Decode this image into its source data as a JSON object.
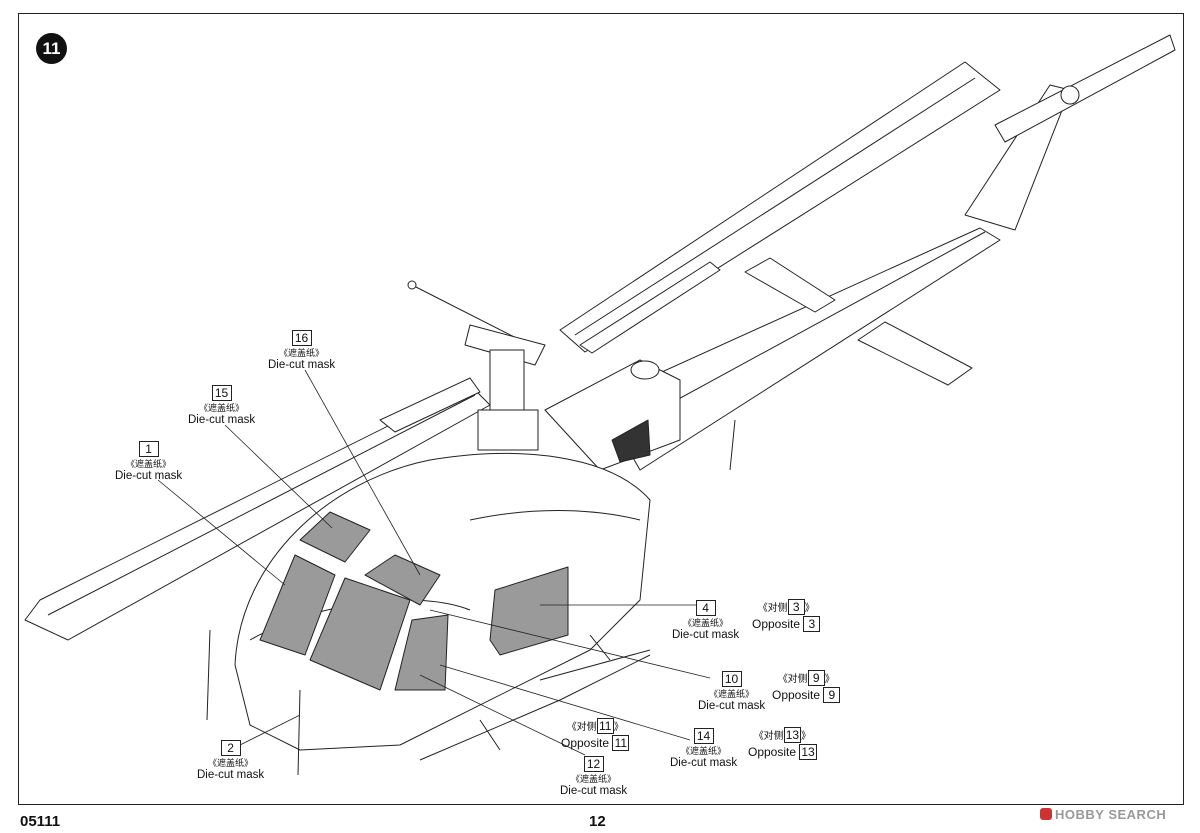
{
  "step": {
    "number": "11"
  },
  "callouts": [
    {
      "id": "c16",
      "number": "16",
      "cn": "《遮盖纸》",
      "en": "Die-cut mask"
    },
    {
      "id": "c15",
      "number": "15",
      "cn": "《遮盖纸》",
      "en": "Die-cut mask"
    },
    {
      "id": "c1",
      "number": "1",
      "cn": "《遮盖纸》",
      "en": "Die-cut mask"
    },
    {
      "id": "c4",
      "number": "4",
      "cn": "《遮盖纸》",
      "en": "Die-cut mask"
    },
    {
      "id": "c10",
      "number": "10",
      "cn": "《遮盖纸》",
      "en": "Die-cut mask"
    },
    {
      "id": "c14",
      "number": "14",
      "cn": "《遮盖纸》",
      "en": "Die-cut mask"
    },
    {
      "id": "c2",
      "number": "2",
      "cn": "《遮盖纸》",
      "en": "Die-cut mask"
    },
    {
      "id": "c12",
      "number": "12",
      "cn": "《遮盖纸》",
      "en": "Die-cut mask"
    }
  ],
  "opposites": [
    {
      "id": "o3",
      "cn": "《对侧",
      "num_top": "3",
      "cn_close": "》",
      "en": "Opposite",
      "num": "3"
    },
    {
      "id": "o9",
      "cn": "《对侧",
      "num_top": "9",
      "cn_close": "》",
      "en": "Opposite",
      "num": "9"
    },
    {
      "id": "o11",
      "cn": "《对侧",
      "num_top": "11",
      "cn_close": "》",
      "en": "Opposite",
      "num": "11"
    },
    {
      "id": "o13",
      "cn": "《对侧",
      "num_top": "13",
      "cn_close": "》",
      "en": "Opposite",
      "num": "13"
    }
  ],
  "footer": {
    "code": "05111",
    "page": "12"
  },
  "watermark": {
    "text": "HOBBY SEARCH"
  },
  "colors": {
    "line": "#222222",
    "mask_fill": "#9a9a9a",
    "paper": "#ffffff"
  }
}
